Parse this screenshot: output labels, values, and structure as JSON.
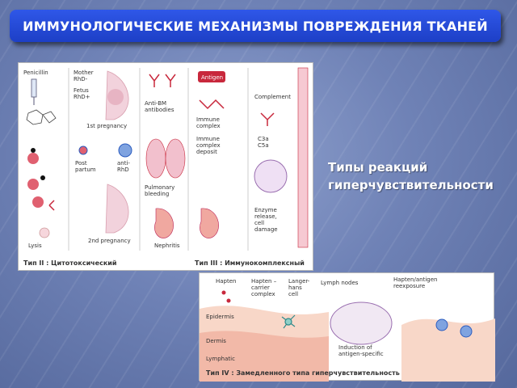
{
  "slide": {
    "title": "ИММУНОЛОГИЧЕСКИЕ МЕХАНИЗМЫ ПОВРЕЖДЕНИЯ ТКАНЕЙ",
    "side_label_line1": "Типы реакций",
    "side_label_line2": "гиперчувствительности"
  },
  "figure_top": {
    "caption_left": "Тип II : Цитотоксический",
    "caption_right": "Тип III : Иммунокомплексный",
    "labels": {
      "penicillin": "Penicillin",
      "mother": "Mother",
      "rhd_minus": "RhD-",
      "fetus": "Fetus",
      "rhd_plus": "RhD+",
      "first_pregnancy": "1st pregnancy",
      "post": "Post",
      "partum": "partum",
      "anti": "anti-",
      "rhd": "RhD",
      "second_pregnancy": "2nd pregnancy",
      "lysis": "Lysis",
      "anti_bm_1": "Anti-BM",
      "anti_bm_2": "antibodies",
      "pulmonary_1": "Pulmonary",
      "pulmonary_2": "bleeding",
      "nephritis": "Nephritis",
      "antigen": "Antigen",
      "immune_complex_1": "Immune",
      "immune_complex_2": "complex",
      "deposit_1": "Immune",
      "deposit_2": "complex",
      "deposit_3": "deposit",
      "complement": "Complement",
      "c3a": "C3a",
      "c5a": "C5a",
      "enzyme_1": "Enzyme",
      "enzyme_2": "release,",
      "enzyme_3": "cell",
      "enzyme_4": "damage"
    }
  },
  "figure_bottom": {
    "caption": "Тип IV : Замедленного типа гиперчувствительность",
    "labels": {
      "hapten": "Hapten",
      "hapten_carrier_1": "Hapten –",
      "hapten_carrier_2": "carrier",
      "hapten_carrier_3": "complex",
      "langerhans_1": "Langer-",
      "langerhans_2": "hans",
      "langerhans_3": "cell",
      "lymph_nodes": "Lymph nodes",
      "reexposure_1": "Hapten/antigen",
      "reexposure_2": "reexposure",
      "epidermis": "Epidermis",
      "dermis": "Dermis",
      "lymphatic": "Lymphatic",
      "induction_1": "Induction of",
      "induction_2": "antigen-specific"
    }
  },
  "colors": {
    "title_bar": "#2346d8",
    "background": "#6f82b6",
    "accent_red": "#c8283c",
    "accent_pink": "#f2d2dc",
    "accent_blue": "#2b5cbf"
  }
}
